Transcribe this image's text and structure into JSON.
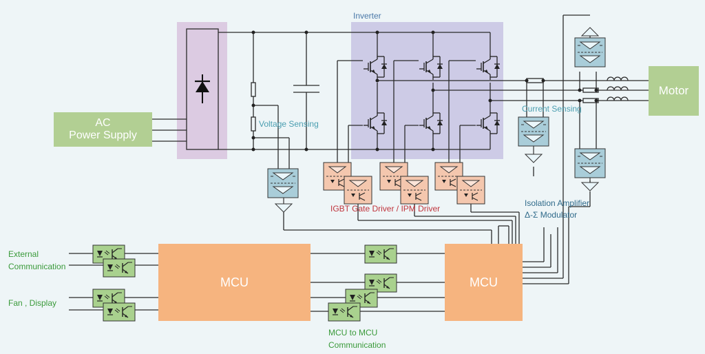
{
  "blocks": {
    "ac_supply": {
      "line1": "AC",
      "line2": "Power Supply"
    },
    "motor": "Motor",
    "mcu_left": "MCU",
    "mcu_right": "MCU"
  },
  "labels": {
    "inverter": "Inverter",
    "voltage_sensing": "Voltage Sensing",
    "current_sensing": "Current  Sensing",
    "igbt_driver": "IGBT Gate Driver / IPM Driver",
    "isolation_line1": "Isolation Amplifier",
    "isolation_line2": "Δ-Σ Modulator",
    "external_line1": "External",
    "external_line2": "Communication",
    "fan_display": "Fan , Display",
    "mcu_comm_line1": "MCU to MCU",
    "mcu_comm_line2": "Communication"
  },
  "colors": {
    "background": "#eef5f7",
    "rectifier_zone": "#dccbe2",
    "inverter_zone": "#cdcbe6",
    "ac_block": "#b2cf93",
    "motor_block": "#b2cf93",
    "mcu_block": "#f6b47f",
    "igbt_driver": "#f4c7ae",
    "isolation_amp": "#a9cdd9",
    "optocoupler": "#a9d18e",
    "label_teal": "#4a9eb0",
    "label_red": "#c0343c",
    "label_green": "#3a9a3a",
    "label_inverter": "#4a78a8",
    "wire": "#2a2a2a"
  }
}
